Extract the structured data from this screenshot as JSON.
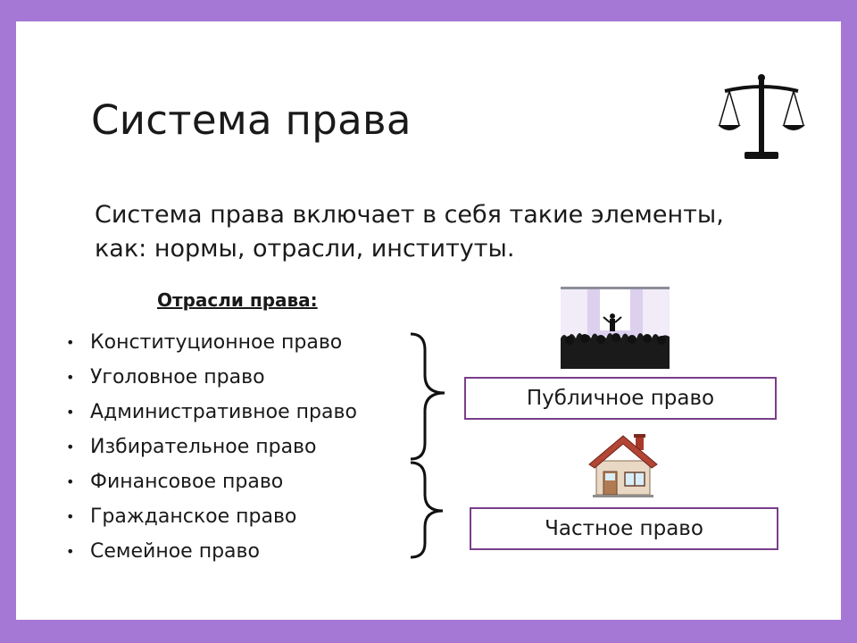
{
  "slide": {
    "title": "Система права",
    "intro": "Система права  включает в себя такие элементы, как: нормы, отрасли, институты.",
    "branches_heading": "Отрасли права:",
    "branches": [
      "Конституционное право",
      "Уголовное право",
      "Административное право",
      "Избирательное право",
      "Финансовое право",
      "Гражданское право",
      "Семейное право"
    ],
    "public_law": "Публичное право",
    "private_law": "Частное право",
    "bullet": "•"
  },
  "icons": {
    "scales": "scales-of-justice-icon",
    "crowd": "speaker-crowd-icon",
    "house": "house-icon"
  },
  "colors": {
    "frame": "#a678d6",
    "box_border": "#7a3e8a",
    "text": "#1a1a1a"
  }
}
